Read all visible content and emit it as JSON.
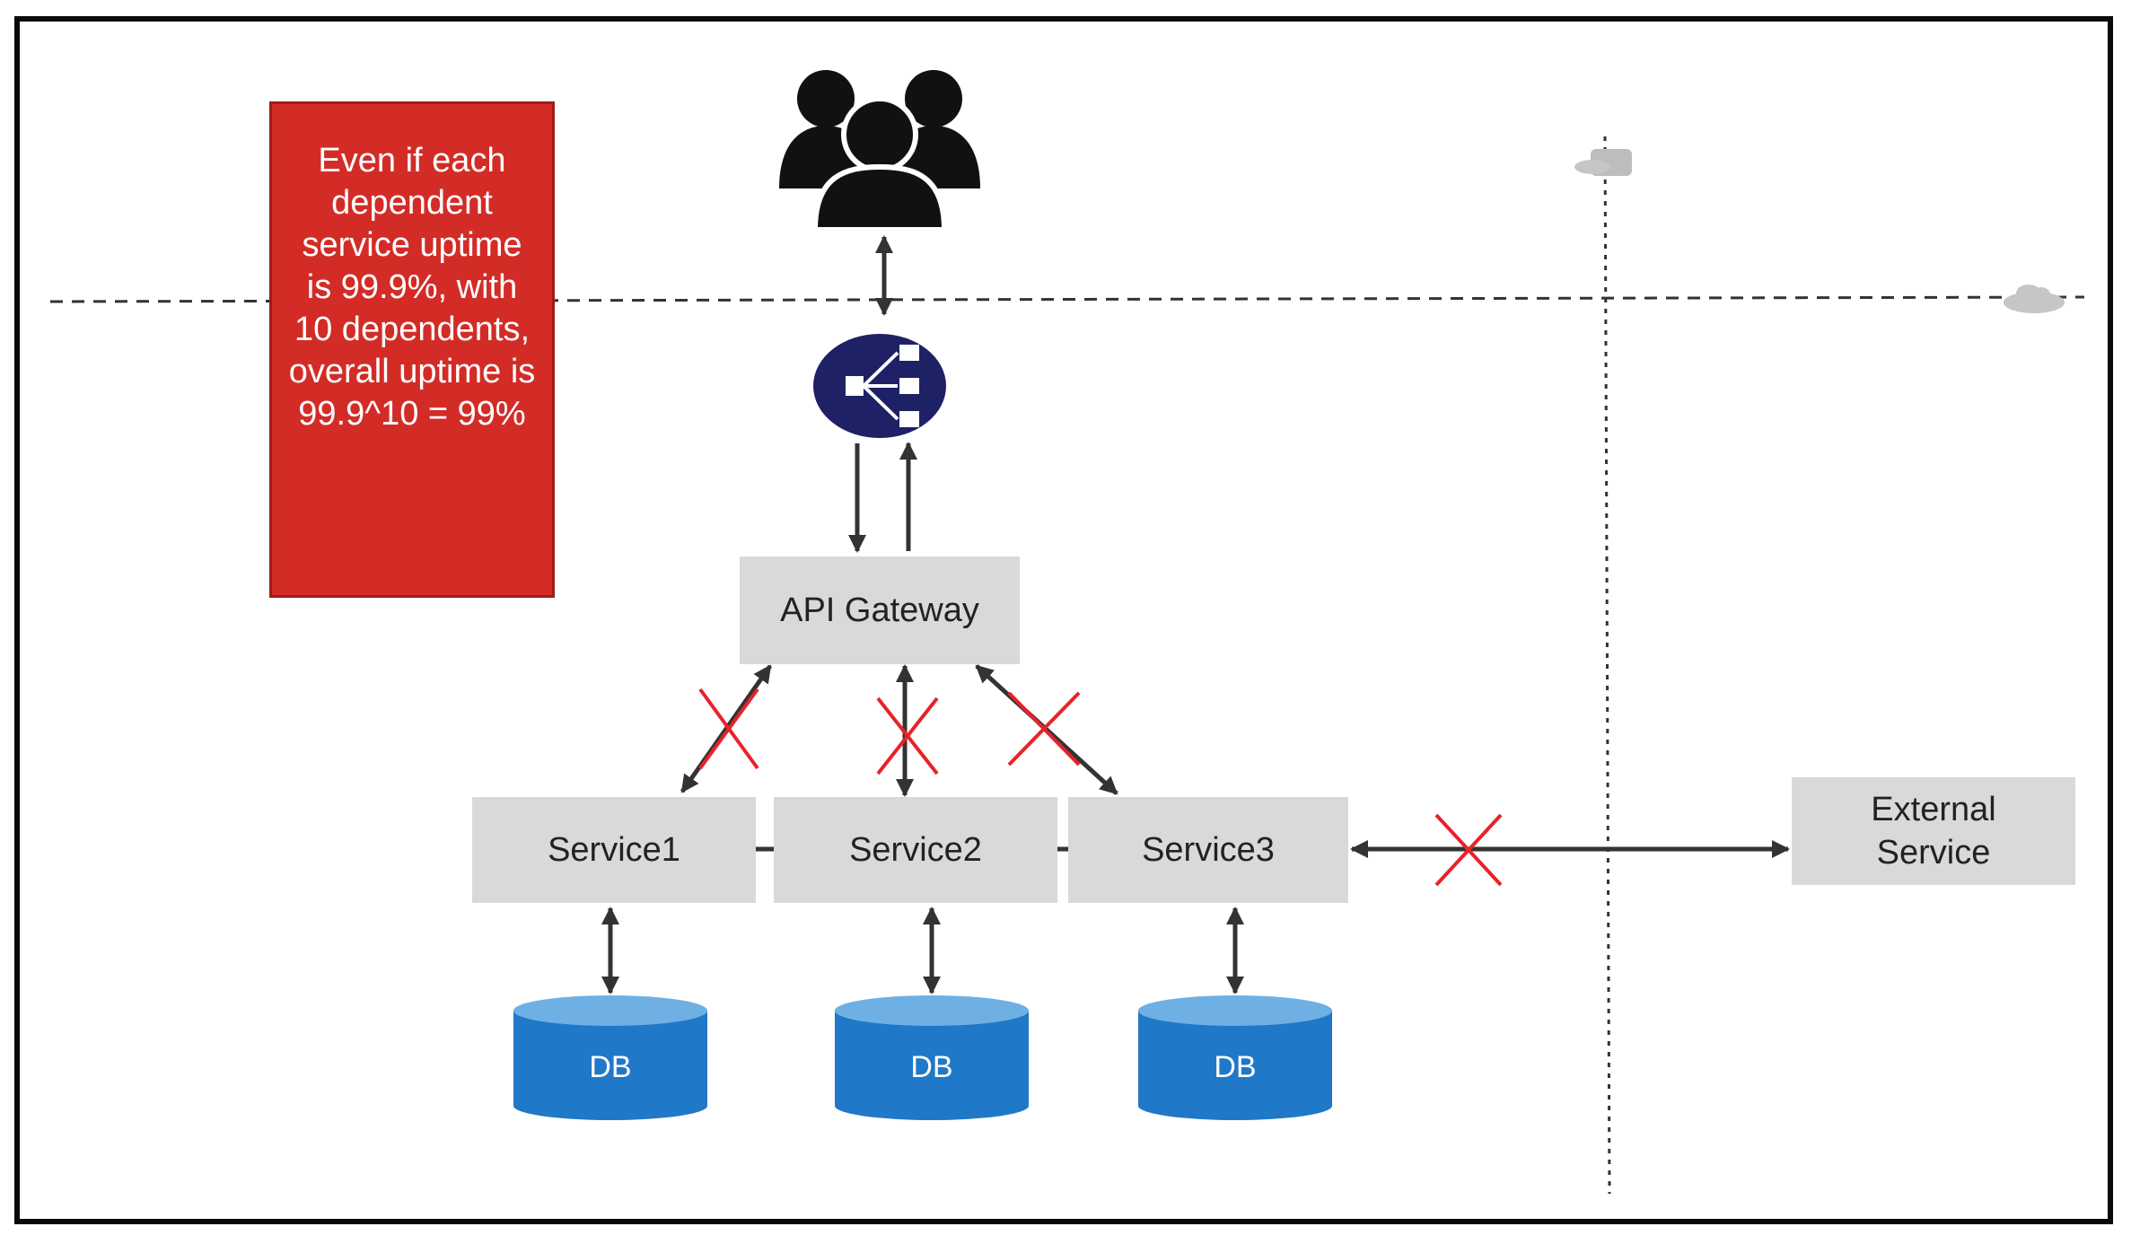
{
  "note": {
    "text": "Even if each dependent service uptime is 99.9%, with 10 dependents, overall uptime is 99.9^10 = 99%"
  },
  "gateway": {
    "label": "API Gateway"
  },
  "services": [
    {
      "label": "Service1"
    },
    {
      "label": "Service2"
    },
    {
      "label": "Service3"
    }
  ],
  "external": {
    "label": "External Service"
  },
  "databases": [
    {
      "label": "DB"
    },
    {
      "label": "DB"
    },
    {
      "label": "DB"
    }
  ],
  "colors": {
    "note_bg": "#d32c27",
    "box_bg": "#d9d9d9",
    "db_blue": "#1f78c8",
    "db_top": "#6fb0e4",
    "balancer_navy": "#1f2166",
    "failure_red": "#e8222a",
    "arrow": "#333333"
  },
  "icons": {
    "users": "users-group-icon",
    "balancer": "load-balancer-icon",
    "cloud": "cloud-icon",
    "failure": "red-x-icon"
  }
}
